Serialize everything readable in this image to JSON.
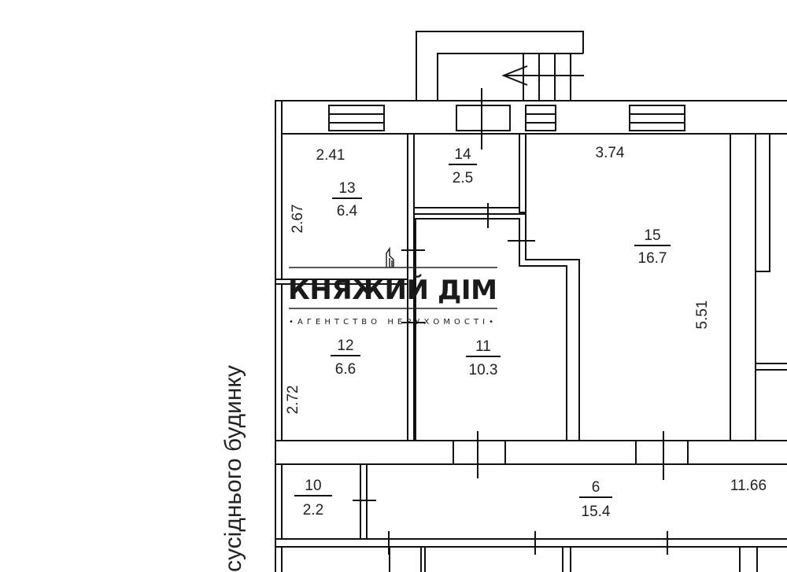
{
  "neighbor_label": "сусіднього будинку",
  "rooms": [
    {
      "number": "13",
      "area": "6.4"
    },
    {
      "number": "14",
      "area": "2.5"
    },
    {
      "number": "15",
      "area": "16.7"
    },
    {
      "number": "12",
      "area": "6.6"
    },
    {
      "number": "11",
      "area": "10.3"
    },
    {
      "number": "10",
      "area": "2.2"
    },
    {
      "number": "6",
      "area": "15.4"
    }
  ],
  "dimensions": {
    "room13_width": "2.41",
    "room13_height": "2.67",
    "room12_height": "2.72",
    "room15_width": "3.74",
    "room15_height": "5.51",
    "room6_width": "11.66"
  },
  "logo": {
    "name": "КНЯЖИЙ ДІМ",
    "tagline": "•АГЕНТСТВО НЕРУХОМОСТІ•"
  },
  "colors": {
    "lines": "#111111",
    "background": "#ffffff"
  }
}
